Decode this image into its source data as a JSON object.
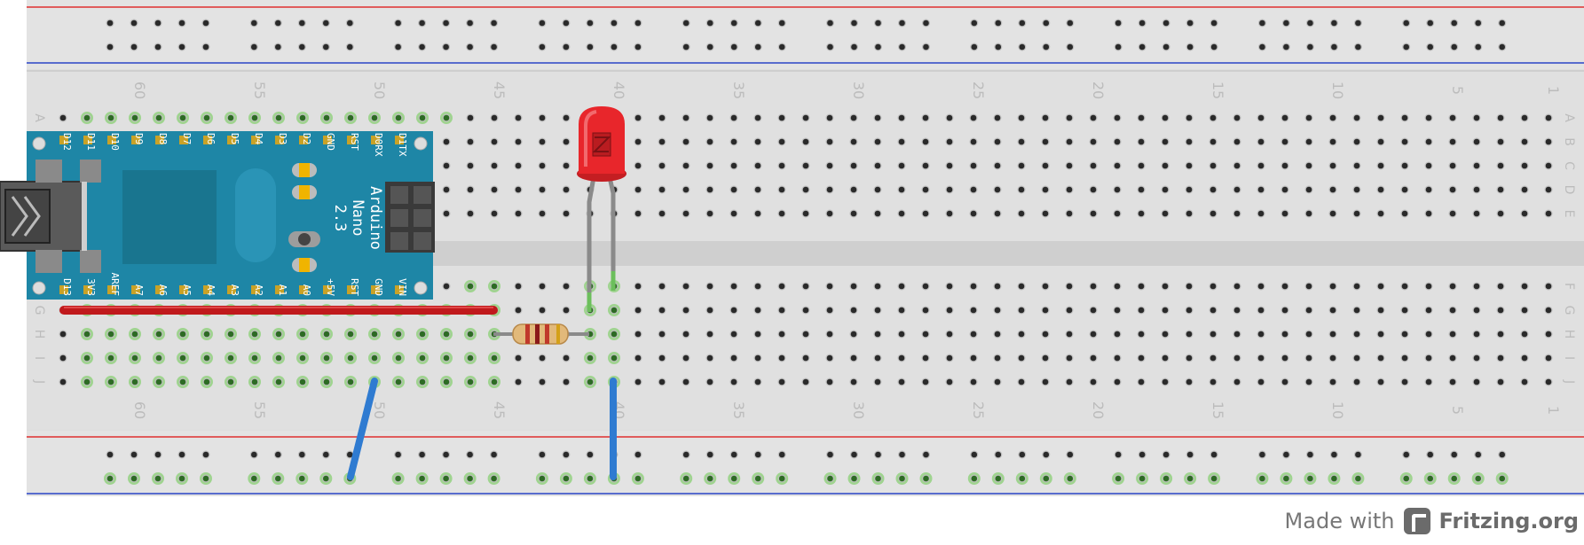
{
  "breadboard": {
    "row_letters_top": [
      "A",
      "B",
      "C",
      "D",
      "E"
    ],
    "row_letters_bottom": [
      "F",
      "G",
      "H",
      "I",
      "J"
    ],
    "column_labels": [
      "60",
      "55",
      "50",
      "45",
      "40",
      "35",
      "30",
      "25",
      "20",
      "15",
      "10",
      "5",
      "1"
    ]
  },
  "arduino": {
    "name": "Arduino Nano",
    "name_line1": "Arduino",
    "name_line2": "Nano",
    "version": "2.3",
    "top_pins": [
      "D12",
      "D11",
      "D10",
      "D9",
      "D8",
      "D7",
      "D6",
      "D5",
      "D4",
      "D3",
      "D2",
      "GND",
      "RST",
      "D0RX",
      "D1TX"
    ],
    "bottom_pins": [
      "D13",
      "3V3",
      "AREF",
      "A7",
      "A6",
      "A5",
      "A4",
      "A3",
      "A2",
      "A1",
      "A0",
      "+5V",
      "RST",
      "GND",
      "VIN"
    ]
  },
  "led": {
    "color": "#e8262b"
  },
  "resistor": {
    "band_colors": [
      "#c0392b",
      "#8b1a1a",
      "#c0392b",
      "#d4a017"
    ]
  },
  "wires": {
    "red": "#c0191c",
    "blue": "#2f7bd1",
    "gray": "#8a8a8a",
    "green": "#6cbf5c"
  },
  "colors": {
    "rail_red": "#e03030",
    "rail_blue": "#2a45c8",
    "board": "#dedede",
    "arduino": "#1e86a6"
  },
  "footer": {
    "made_with": "Made with",
    "brand": "Fritzing.org"
  }
}
